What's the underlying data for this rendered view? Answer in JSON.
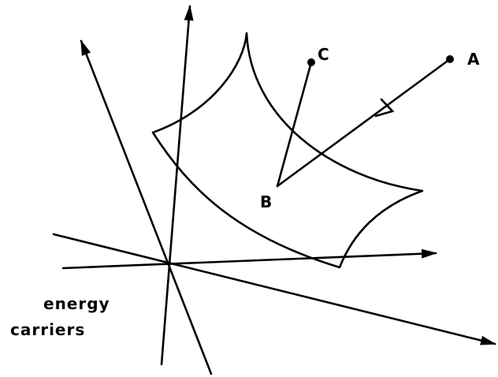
{
  "diagram": {
    "points": [
      {
        "id": "A",
        "label": "A"
      },
      {
        "id": "B",
        "label": "B"
      },
      {
        "id": "C",
        "label": "C"
      }
    ],
    "axis_caption": {
      "line1": "energy",
      "line2": "carriers"
    },
    "colors": {
      "ink": "#000000",
      "background": "#ffffff"
    }
  }
}
